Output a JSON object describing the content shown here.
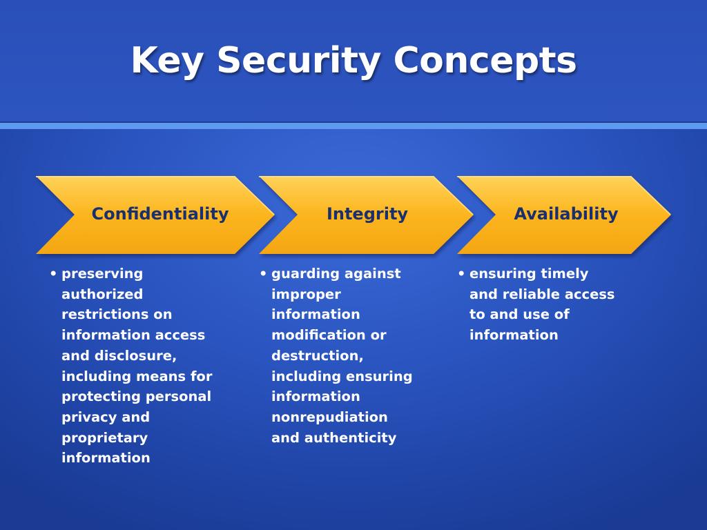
{
  "slide": {
    "title": "Key Security Concepts"
  },
  "concepts": [
    {
      "label": "Confidentiality",
      "bullet": "•",
      "lines": [
        "preserving",
        "authorized",
        "restrictions on",
        "information access",
        "and disclosure,",
        "including means for",
        "protecting personal",
        "privacy and",
        "proprietary",
        "information"
      ]
    },
    {
      "label": "Integrity",
      "bullet": "•",
      "lines": [
        "guarding against",
        "improper",
        "information",
        "modification or",
        "destruction,",
        "including ensuring",
        "information",
        "nonrepudiation",
        "and authenticity"
      ]
    },
    {
      "label": "Availability",
      "bullet": "•",
      "lines": [
        "ensuring timely",
        "and reliable access",
        "to and use of",
        "information"
      ]
    }
  ],
  "colors": {
    "chevron_fill": "#fcb51e",
    "chevron_highlight": "#ffd25a",
    "label_text": "#1a2f6e",
    "body_text": "#ffffff",
    "divider": "#5e9af0"
  }
}
